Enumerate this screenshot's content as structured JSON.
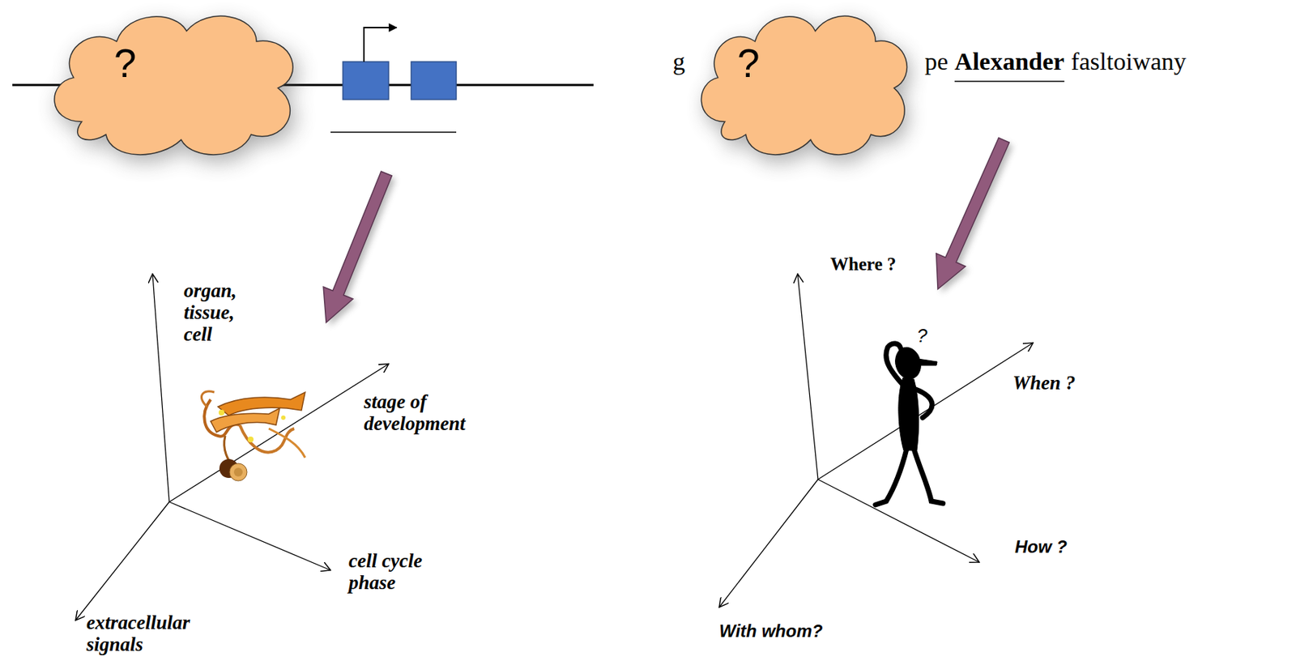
{
  "diagram": {
    "nodes": [
      {
        "text": [
          "?"
        ]
      },
      {
        "text": [
          "?"
        ]
      }
    ],
    "labels": [
      "organ, tissue, cell",
      "stage of development",
      "cell cycle phase",
      "extracellular signals",
      "g",
      "pe",
      "Alexander",
      "fasltoiwany",
      "Where ?",
      "?",
      "When ?",
      "How ?",
      "With whom?"
    ]
  }
}
